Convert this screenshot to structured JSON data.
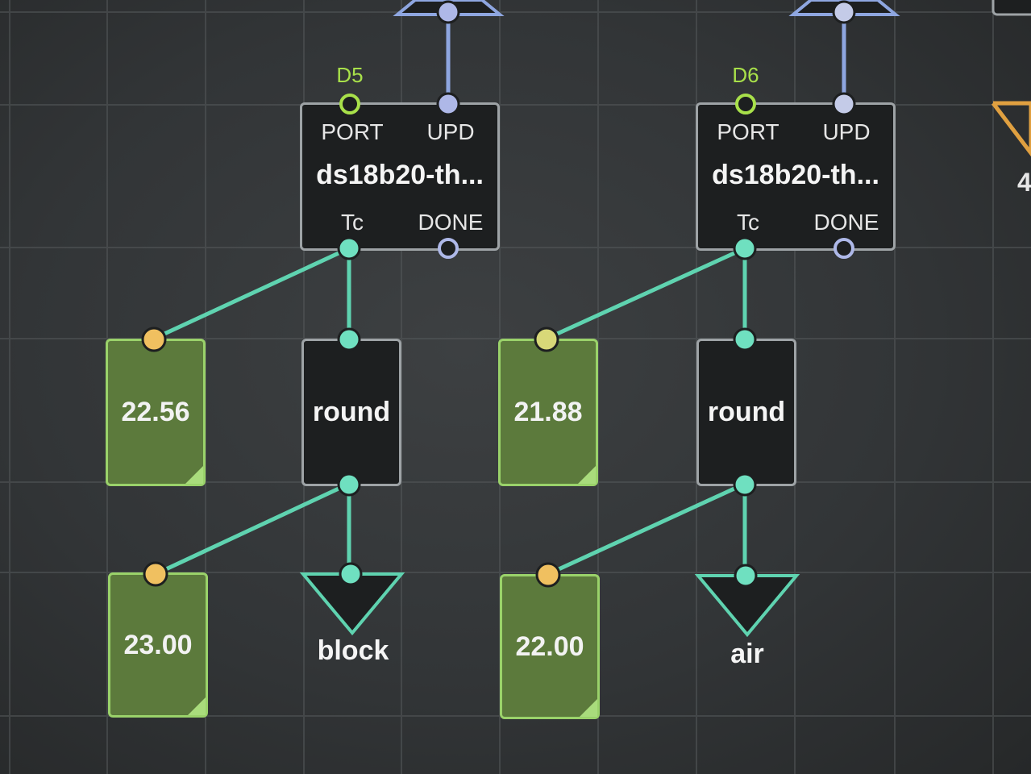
{
  "theme": {
    "link_color": "#5fd3b0",
    "upd_link_color": "#8ea6e0",
    "watch_fill": "#5c7a3c",
    "watch_border": "#9ad26a",
    "node_fill": "#1d1f20",
    "port_color": "#a8e04a",
    "pin_output_color": "#6fe0c0",
    "pin_watch_color": "#f0c060"
  },
  "sensor_nodes": [
    {
      "port_tag": "D5",
      "title": "ds18b20-th...",
      "pins": {
        "port": "PORT",
        "upd": "UPD",
        "tc": "Tc",
        "done": "DONE"
      }
    },
    {
      "port_tag": "D6",
      "title": "ds18b20-th...",
      "pins": {
        "port": "PORT",
        "upd": "UPD",
        "tc": "Tc",
        "done": "DONE"
      }
    }
  ],
  "round_nodes": [
    {
      "label": "round"
    },
    {
      "label": "round"
    }
  ],
  "watch_nodes": [
    {
      "value": "22.56"
    },
    {
      "value": "23.00"
    },
    {
      "value": "21.88"
    },
    {
      "value": "22.00"
    }
  ],
  "output_nodes": [
    {
      "label": "block"
    },
    {
      "label": "air"
    }
  ],
  "edge": {
    "partial_digit": "4"
  }
}
